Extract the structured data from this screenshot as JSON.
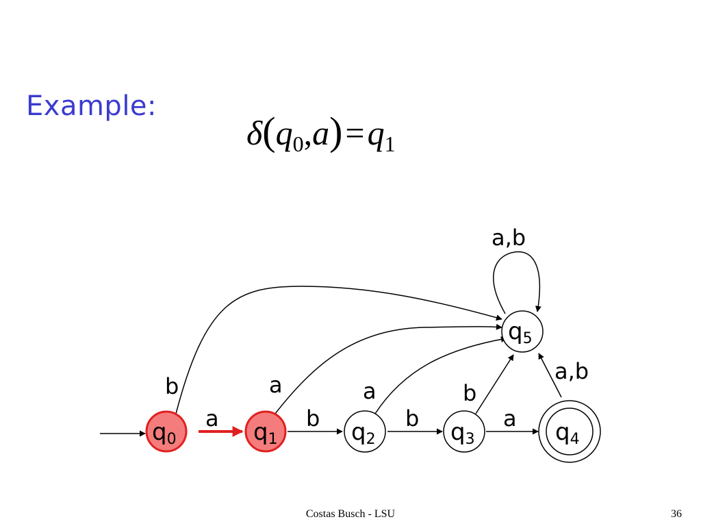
{
  "slide": {
    "title": "Example:",
    "footer": "Costas Busch - LSU",
    "page_number": "36"
  },
  "formula": {
    "function": "δ",
    "lparen": "(",
    "state_var": "q",
    "state_sub": "0",
    "comma": ",",
    "symbol": "a",
    "rparen": ")",
    "equals": "=",
    "result_var": "q",
    "result_sub": "1"
  },
  "automaton": {
    "colors": {
      "highlight_fill": "#f47c7c",
      "highlight_stroke": "#e02020",
      "normal_fill": "#ffffff",
      "stroke": "#000000"
    },
    "states": [
      {
        "id": "q0",
        "var": "q",
        "sub": "0",
        "highlighted": true,
        "accepting": false,
        "initial": true
      },
      {
        "id": "q1",
        "var": "q",
        "sub": "1",
        "highlighted": true,
        "accepting": false,
        "initial": false
      },
      {
        "id": "q2",
        "var": "q",
        "sub": "2",
        "highlighted": false,
        "accepting": false,
        "initial": false
      },
      {
        "id": "q3",
        "var": "q",
        "sub": "3",
        "highlighted": false,
        "accepting": false,
        "initial": false
      },
      {
        "id": "q4",
        "var": "q",
        "sub": "4",
        "highlighted": false,
        "accepting": true,
        "initial": false
      },
      {
        "id": "q5",
        "var": "q",
        "sub": "5",
        "highlighted": false,
        "accepting": false,
        "initial": false
      }
    ],
    "transitions": [
      {
        "id": "q0-q1",
        "from": "q0",
        "to": "q1",
        "label": "a",
        "highlighted": true
      },
      {
        "id": "q1-q2",
        "from": "q1",
        "to": "q2",
        "label": "b",
        "highlighted": false
      },
      {
        "id": "q2-q3",
        "from": "q2",
        "to": "q3",
        "label": "b",
        "highlighted": false
      },
      {
        "id": "q3-q4",
        "from": "q3",
        "to": "q4",
        "label": "a",
        "highlighted": false
      },
      {
        "id": "q0-q5",
        "from": "q0",
        "to": "q5",
        "label": "b",
        "highlighted": false
      },
      {
        "id": "q1-q5",
        "from": "q1",
        "to": "q5",
        "label": "a",
        "highlighted": false
      },
      {
        "id": "q2-q5",
        "from": "q2",
        "to": "q5",
        "label": "a",
        "highlighted": false
      },
      {
        "id": "q3-q5",
        "from": "q3",
        "to": "q5",
        "label": "b",
        "highlighted": false
      },
      {
        "id": "q4-q5",
        "from": "q4",
        "to": "q5",
        "label": "a,b",
        "highlighted": false
      },
      {
        "id": "q5-q5",
        "from": "q5",
        "to": "q5",
        "label": "a,b",
        "highlighted": false
      }
    ]
  }
}
